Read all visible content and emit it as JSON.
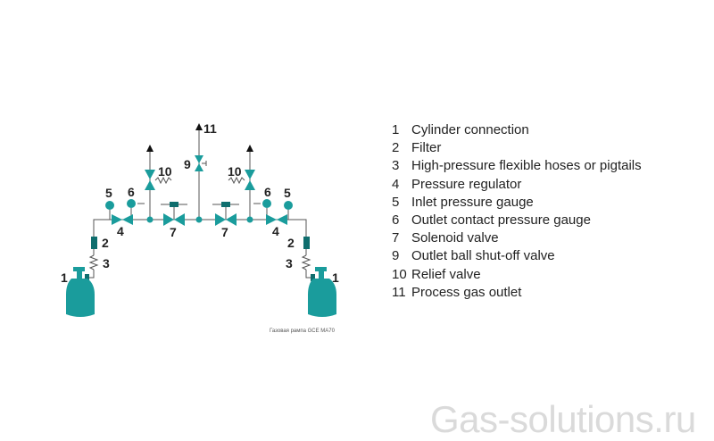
{
  "diagram": {
    "labels": {
      "n1": "1",
      "n2": "2",
      "n3": "3",
      "n4": "4",
      "n5": "5",
      "n6": "6",
      "n7": "7",
      "n9": "9",
      "n10": "10",
      "n11": "11"
    },
    "caption": "Газовая рампа GCE MA70",
    "color_main": "#1a9c9c"
  },
  "legend": [
    {
      "num": "1",
      "text": "Cylinder connection"
    },
    {
      "num": "2",
      "text": "Filter"
    },
    {
      "num": "3",
      "text": "High-pressure flexible hoses or pigtails"
    },
    {
      "num": "4",
      "text": "Pressure regulator"
    },
    {
      "num": "5",
      "text": "Inlet pressure gauge"
    },
    {
      "num": "6",
      "text": "Outlet contact pressure gauge"
    },
    {
      "num": "7",
      "text": "Solenoid valve"
    },
    {
      "num": "9",
      "text": "Outlet ball shut-off valve"
    },
    {
      "num": "10",
      "text": "Relief valve"
    },
    {
      "num": "11",
      "text": "Process gas outlet"
    }
  ],
  "watermark": "Gas-solutions.ru"
}
